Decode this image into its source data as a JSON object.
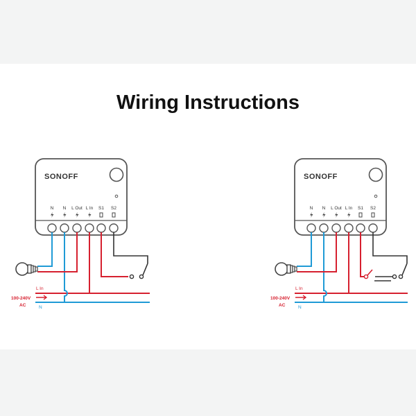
{
  "title": "Wiring Instructions",
  "colors": {
    "live": "#d6202f",
    "neutral": "#1f9ad6",
    "switch_wire": "#333333",
    "module_border": "#555555"
  },
  "diagrams": [
    {
      "brand": "SONOFF",
      "terminals": [
        "N",
        "N",
        "L Out",
        "L In",
        "S1",
        "S2"
      ],
      "line_live_label": "L In",
      "voltage_label": "100-240V",
      "ac_label": "AC",
      "line_neutral_label": "N",
      "switch_type": "single"
    },
    {
      "brand": "SONOFF",
      "terminals": [
        "N",
        "N",
        "L Out",
        "L In",
        "S1",
        "S2"
      ],
      "line_live_label": "L In",
      "voltage_label": "100-240V",
      "ac_label": "AC",
      "line_neutral_label": "N",
      "switch_type": "double"
    }
  ]
}
